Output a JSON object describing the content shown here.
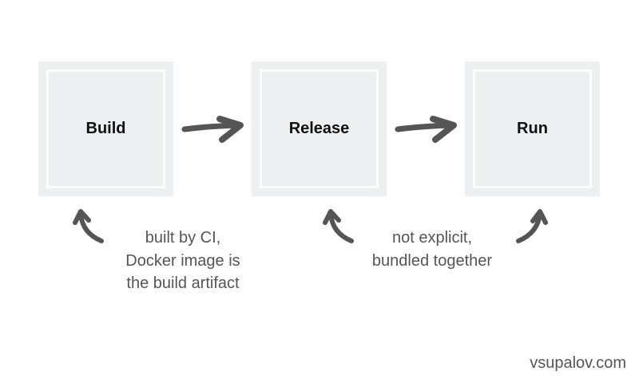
{
  "stages": [
    {
      "id": "build",
      "label": "Build"
    },
    {
      "id": "release",
      "label": "Release"
    },
    {
      "id": "run",
      "label": "Run"
    }
  ],
  "notes": {
    "build": "built by CI,\nDocker image is\nthe build artifact",
    "release": "not explicit,\nbundled together"
  },
  "watermark": "vsupalov.com",
  "colors": {
    "box_fill": "#eeeff0",
    "arrow": "#555555",
    "note_text": "#555555",
    "label_text": "#111111"
  },
  "icons": {
    "flow_arrow": "right-arrow-icon",
    "curved_arrow": "curved-up-arrow-icon"
  }
}
